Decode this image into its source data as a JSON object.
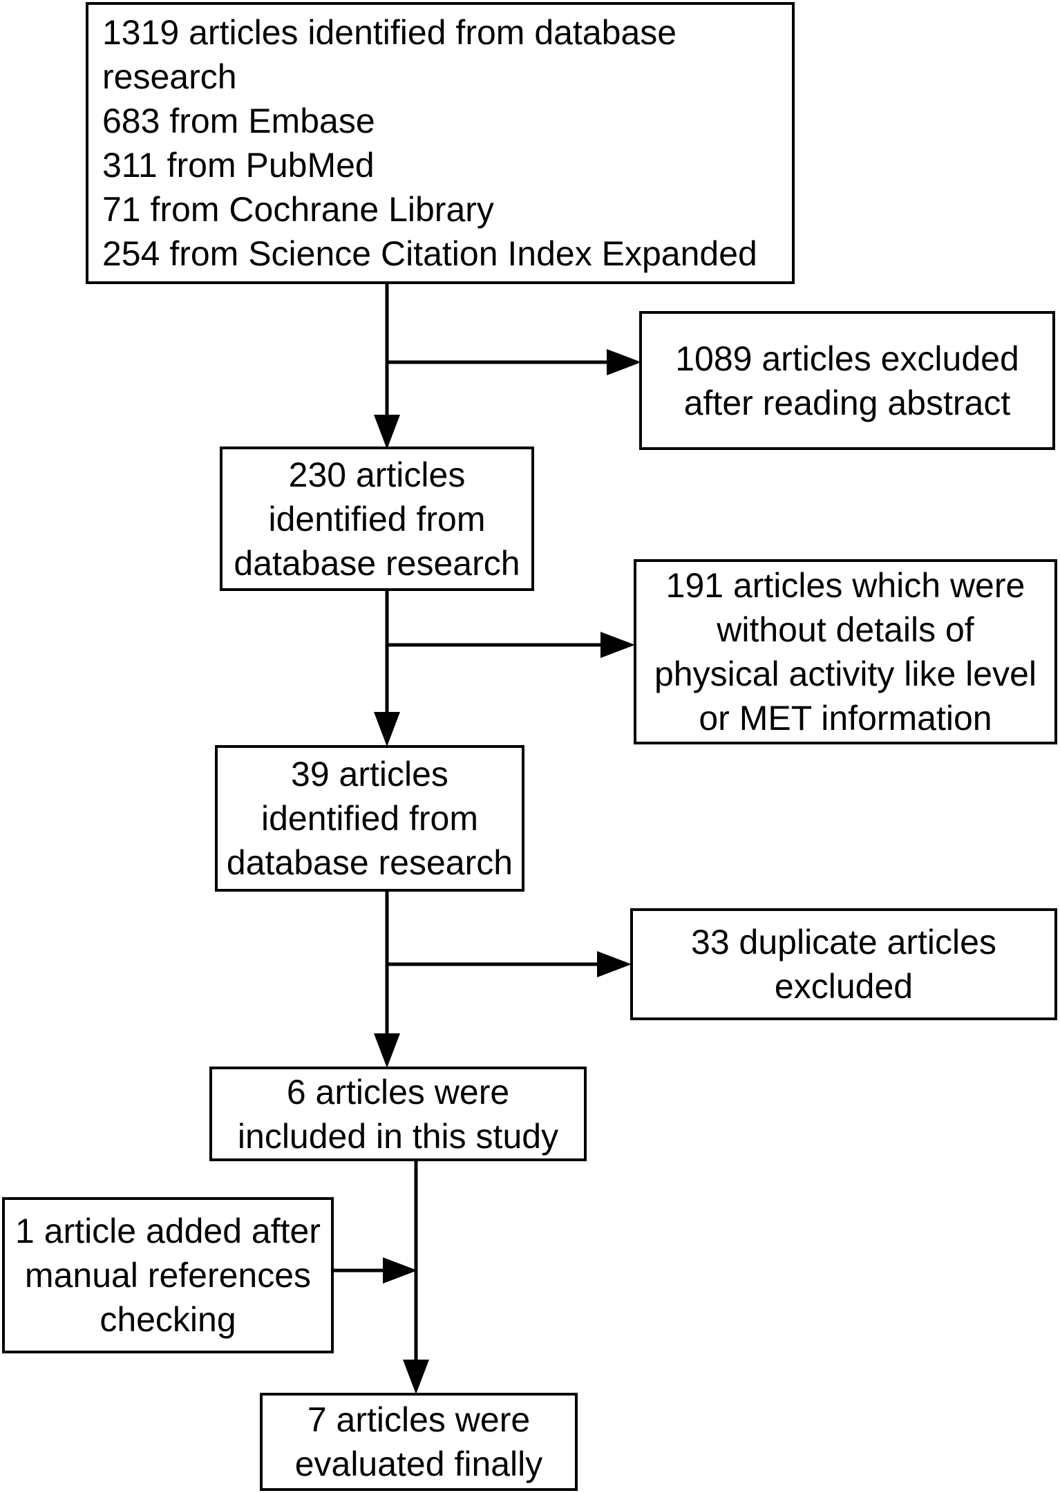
{
  "flowchart": {
    "identified": {
      "text": "1319 articles identified from database\nresearch\n683 from Embase\n311 from PubMed\n71 from Cochrane Library\n254 from Science Citation Index Expanded"
    },
    "excluded_abstract": {
      "text": "1089 articles excluded\nafter reading abstract"
    },
    "screened": {
      "text": "230 articles\nidentified from\ndatabase research"
    },
    "excluded_no_details": {
      "text": "191 articles which were\nwithout details of\nphysical activity like level\nor MET information"
    },
    "eligible": {
      "text": "39 articles\nidentified from\ndatabase research"
    },
    "duplicates_excluded": {
      "text": "33 duplicate articles\nexcluded"
    },
    "included": {
      "text": "6 articles were\nincluded in this study"
    },
    "manual_added": {
      "text": "1 article added after\nmanual references\nchecking"
    },
    "final": {
      "text": "7 articles were\nevaluated finally"
    }
  },
  "colors": {
    "background": "#ffffff",
    "line": "#000000",
    "text": "#000000"
  }
}
